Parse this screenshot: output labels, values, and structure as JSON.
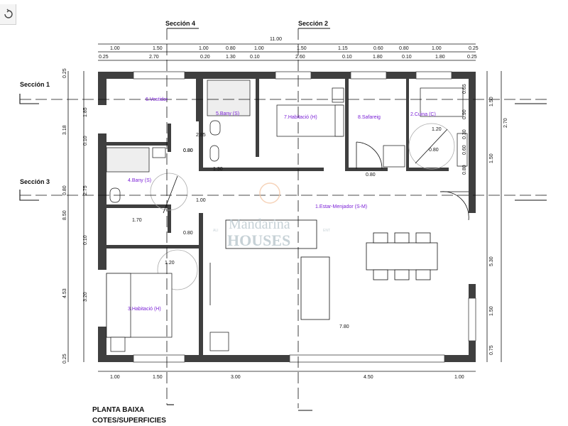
{
  "toolbar": {
    "icon": "refresh-icon"
  },
  "sections": {
    "s1": "Sección 1",
    "s2": "Sección 2",
    "s3": "Sección 3",
    "s4": "Sección 4"
  },
  "rooms": {
    "vestidor": "6.Vestidor",
    "bany5": "5.Bany (S)",
    "hab7": "7.Habitació (H)",
    "safareig": "8.Safareig",
    "cuina": "2.Cuina (C)",
    "bany4": "4.Bany (S)",
    "sala": "1.Estar-Menjador (S-M)",
    "hab3": "3.Habitació (H)"
  },
  "dims": {
    "overall": "11.00",
    "top1": [
      "1.00",
      "1.50",
      "1.00",
      "0.80",
      "1.00",
      "1.50",
      "1.15",
      "0.60",
      "0.80",
      "1.00",
      "0.25"
    ],
    "top2": [
      "0.25",
      "2.70",
      "0.20",
      "1.30",
      "0.10",
      "2.60",
      "0.10",
      "1.80",
      "0.10",
      "1.80",
      "0.25"
    ],
    "bottom": [
      "1.00",
      "1.50",
      "3.00",
      "4.50",
      "1.00"
    ],
    "left_outer": [
      "0.25",
      "3.18",
      "0.80",
      "8.50",
      "4.53",
      "0.25"
    ],
    "left_inner": [
      "1.85",
      "0.10",
      "2.75",
      "0.10",
      "3.20"
    ],
    "right_outer": [
      "1.50",
      "1.50",
      "5.30",
      "1.50",
      "0.75"
    ],
    "right_inner": [
      "0.65",
      "2.70",
      "0.90",
      "0.30",
      "0.60",
      "0.80"
    ],
    "interior": [
      "0.80",
      "2.85",
      "1.30",
      "1.00",
      "0.80",
      "1.20",
      "0.80",
      "0.80",
      "1.70",
      "0.80",
      "1.20",
      "7.80"
    ]
  },
  "watermark": {
    "line1": "Mandarina",
    "line2": "HOUSES",
    "small_left": "ALI",
    "small_right": "ENT"
  },
  "footer": {
    "line1": "PLANTA BAIXA",
    "line2": "COTES/SUPERFICIES"
  }
}
